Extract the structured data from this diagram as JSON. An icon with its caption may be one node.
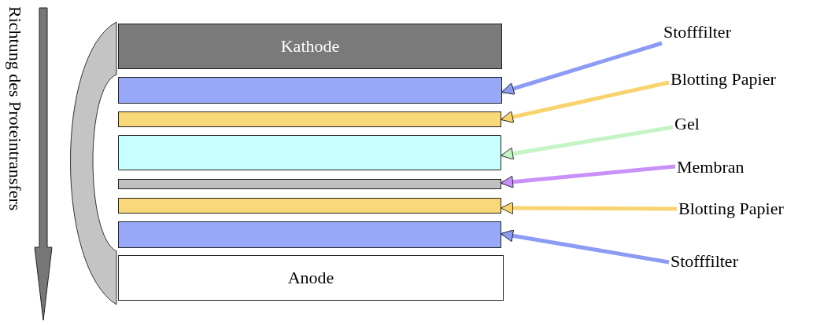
{
  "diagram": {
    "nodes": [
      {
        "text": [
          "Kathode"
        ]
      },
      {
        "text": [],
        "shape": "bar"
      },
      {
        "text": [],
        "shape": "bar"
      },
      {
        "text": [],
        "shape": "box"
      },
      {
        "text": [],
        "shape": "bar"
      },
      {
        "text": [],
        "shape": "bar"
      },
      {
        "text": [],
        "shape": "bar"
      },
      {
        "text": [
          "Anode"
        ]
      },
      {
        "text": [
          "Stofffilter"
        ]
      },
      {
        "text": [
          "Blotting Papier"
        ]
      },
      {
        "text": [
          "Gel"
        ]
      },
      {
        "text": [
          "Membran"
        ]
      },
      {
        "text": [
          "Blotting Papier"
        ]
      },
      {
        "text": [
          "Stofffilter"
        ]
      }
    ],
    "edges": [
      {
        "from": 8,
        "to": 1,
        "arrow": "to",
        "color": "#8c9cf4"
      },
      {
        "from": 9,
        "to": 2,
        "arrow": "to",
        "color": "#f8d470"
      },
      {
        "from": 10,
        "to": 3,
        "arrow": "to",
        "color": "#c4f4c4"
      },
      {
        "from": 11,
        "to": 4,
        "arrow": "to",
        "color": "#c890f8"
      },
      {
        "from": 12,
        "to": 5,
        "arrow": "to",
        "color": "#f8d470"
      },
      {
        "from": 13,
        "to": 6,
        "arrow": "to",
        "color": "#8c9cf4"
      }
    ],
    "labels": [
      "Richtung des Proteintransfers"
    ]
  }
}
